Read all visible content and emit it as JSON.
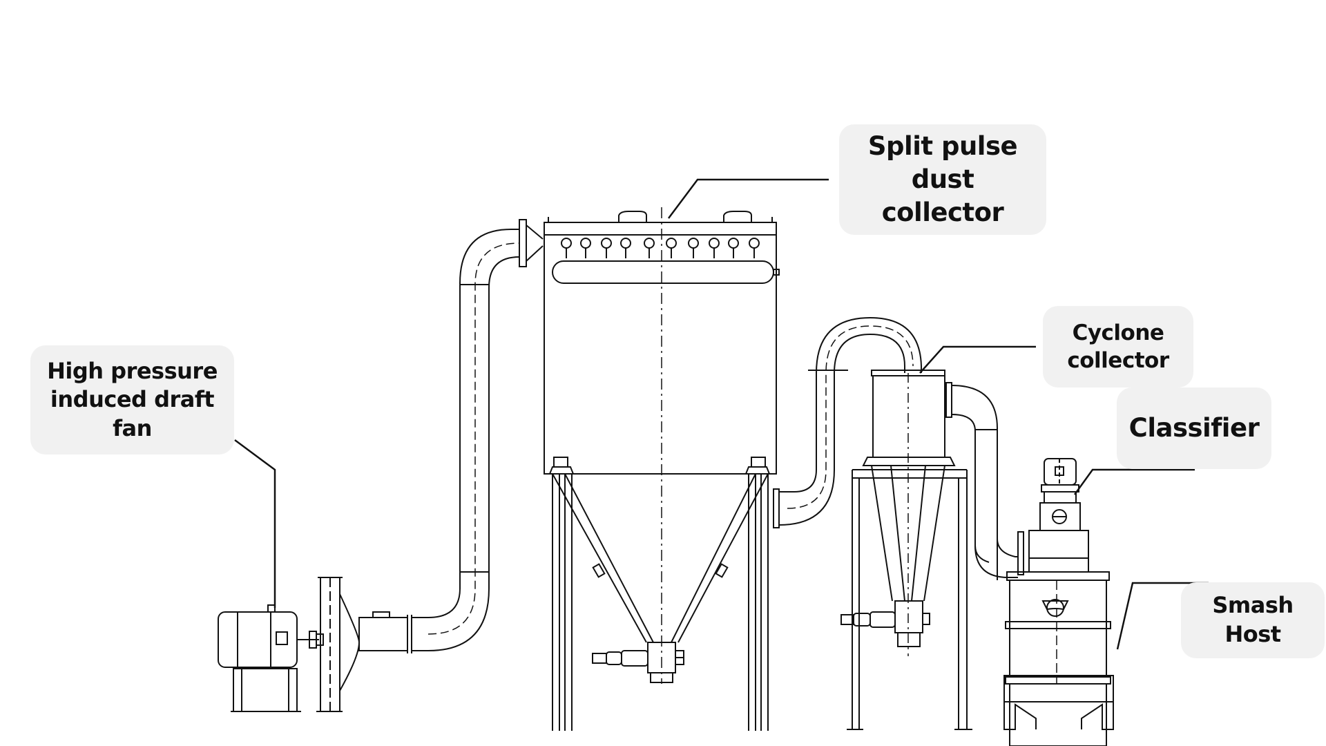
{
  "labels": {
    "dust_collector": "Split pulse dust\ncollector",
    "fan": "High pressure\ninduced draft fan",
    "cyclone": "Cyclone\ncollector",
    "classifier": "Classifier",
    "smash_host": "Smash Host"
  },
  "colors": {
    "line": "#111111",
    "label_bg": "#f1f1f1",
    "background": "#ffffff"
  }
}
